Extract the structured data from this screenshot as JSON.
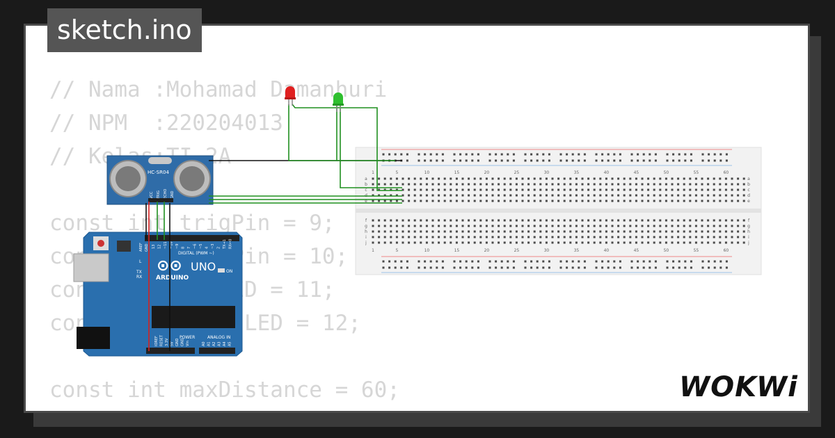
{
  "file_tab": {
    "title": "sketch.ino"
  },
  "code_lines": [
    "// Nama :Mohamad Damanhuri",
    "// NPM  :220204013",
    "// Kelas:TI 2A",
    "",
    "const int trigPin = 9;",
    "const int echoPin = 10;",
    "const int redLED = 11;",
    "const int greenLED = 12;",
    "",
    "const int maxDistance = 60;"
  ],
  "sensor": {
    "label": "HC-SR04",
    "pins": [
      "VCC",
      "TRIG",
      "ECHO",
      "GND"
    ]
  },
  "arduino": {
    "board": "UNO",
    "brand": "ARDUINO",
    "digital_label": "DIGITAL (PWM ~)",
    "power_label": "POWER",
    "analog_label": "ANALOG IN",
    "labels": {
      "on": "ON",
      "l": "L",
      "tx": "TX",
      "rx": "RX",
      "aref": "AREF",
      "gnd": "GND"
    },
    "digital_pins": [
      "13",
      "12",
      "~11",
      "~10",
      "~9",
      "8",
      "7",
      "~6",
      "~5",
      "4",
      "~3",
      "2",
      "TX→1",
      "RX←0"
    ],
    "power_pins": [
      "IOREF",
      "RESET",
      "3.3V",
      "5V",
      "GND",
      "GND",
      "Vin"
    ],
    "analog_pins": [
      "A0",
      "A1",
      "A2",
      "A3",
      "A4",
      "A5"
    ]
  },
  "breadboard": {
    "column_numbers": [
      "1",
      "5",
      "10",
      "15",
      "20",
      "25",
      "30",
      "35",
      "40",
      "45",
      "50",
      "55",
      "60"
    ],
    "rows_top": [
      "a",
      "b",
      "c",
      "d",
      "e"
    ],
    "rows_bottom": [
      "f",
      "g",
      "h",
      "i",
      "j"
    ]
  },
  "logo_text": "WOKWi",
  "colors": {
    "background": "#1a1a1a",
    "card": "#ffffff",
    "tab": "#555555",
    "board_blue": "#2a6fae",
    "sensor_blue": "#2f6ca8",
    "wire_green": "#1f8f1f",
    "wire_black": "#111111",
    "wire_red": "#d62020",
    "led_red": "#e02020",
    "led_green": "#2fbf2f"
  }
}
